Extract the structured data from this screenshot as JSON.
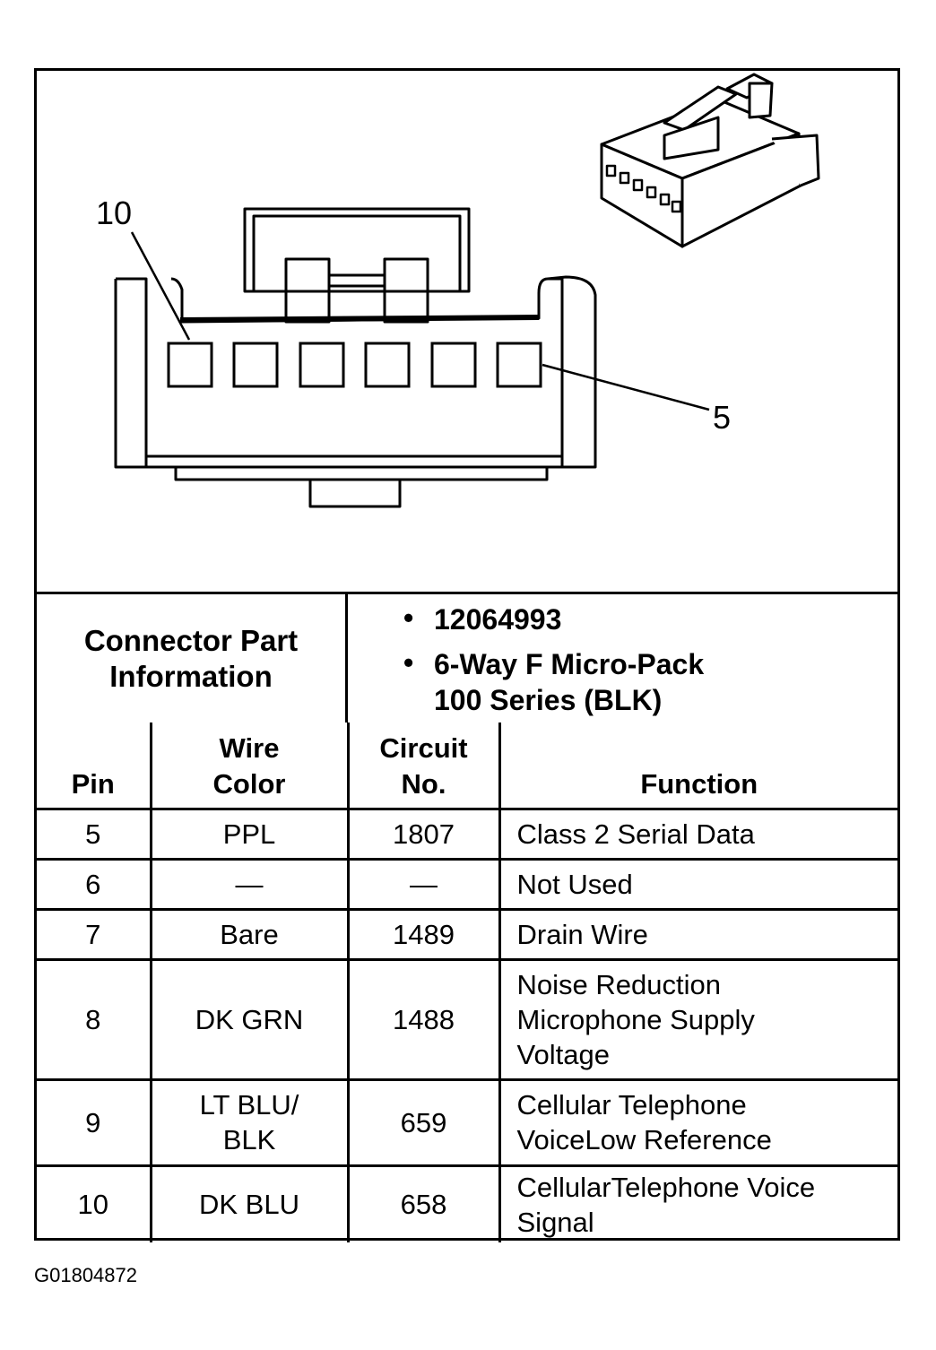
{
  "diagram": {
    "pin_label_left": "10",
    "pin_label_right": "5"
  },
  "connector_info": {
    "label_line1": "Connector Part",
    "label_line2": "Information",
    "bullet": "•",
    "part_number": "12064993",
    "description_line1": "6-Way F Micro-Pack",
    "description_line2": "100 Series (BLK)"
  },
  "table": {
    "headers": {
      "pin": "Pin",
      "wire_color_line1": "Wire",
      "wire_color_line2": "Color",
      "circuit_line1": "Circuit",
      "circuit_line2": "No.",
      "function": "Function"
    },
    "rows": [
      {
        "pin": "5",
        "wire": [
          "PPL"
        ],
        "circuit": "1807",
        "function": [
          "Class 2 Serial Data"
        ]
      },
      {
        "pin": "6",
        "wire": [
          "—"
        ],
        "circuit": "—",
        "function": [
          "Not Used"
        ]
      },
      {
        "pin": "7",
        "wire": [
          "Bare"
        ],
        "circuit": "1489",
        "function": [
          "Drain Wire"
        ]
      },
      {
        "pin": "8",
        "wire": [
          "DK GRN"
        ],
        "circuit": "1488",
        "function": [
          "Noise Reduction",
          "Microphone Supply",
          "Voltage"
        ]
      },
      {
        "pin": "9",
        "wire": [
          "LT BLU/",
          "BLK"
        ],
        "circuit": "659",
        "function": [
          "Cellular Telephone",
          "VoiceLow Reference"
        ]
      },
      {
        "pin": "10",
        "wire": [
          "DK BLU"
        ],
        "circuit": "658",
        "function": [
          "CellularTelephone Voice",
          "Signal"
        ]
      }
    ]
  },
  "figure_code": "G01804872"
}
